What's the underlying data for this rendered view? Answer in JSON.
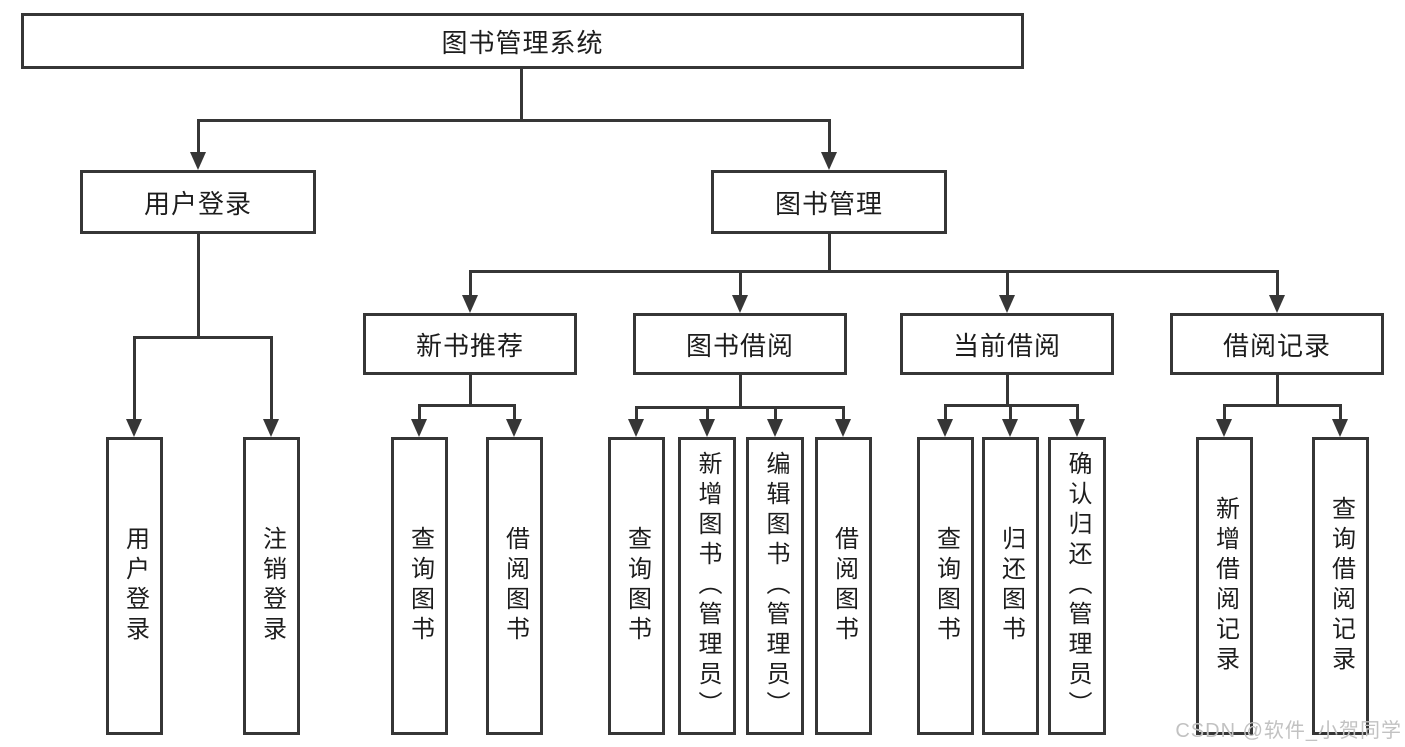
{
  "diagram": {
    "root": "图书管理系统",
    "level2": {
      "user_login": "用户登录",
      "book_management": "图书管理"
    },
    "level3": {
      "new_book_recommend": "新书推荐",
      "book_borrow": "图书借阅",
      "current_borrow": "当前借阅",
      "borrow_record": "借阅记录"
    },
    "leaves": {
      "user_login": "用户登录",
      "logout": "注销登录",
      "nbr_query_book": "查询图书",
      "nbr_borrow_book": "借阅图书",
      "bb_query_book": "查询图书",
      "bb_add_book": "新增图书（管理员）",
      "bb_edit_book": "编辑图书（管理员）",
      "bb_borrow_book": "借阅图书",
      "cb_query_book": "查询图书",
      "cb_return_book": "归还图书",
      "cb_confirm_return": "确认归还（管理员）",
      "br_add_record": "新增借阅记录",
      "br_query_record": "查询借阅记录"
    }
  },
  "watermark": "CSDN @软件_小贺同学",
  "colors": {
    "line": "#363636",
    "background": "#ffffff",
    "watermark_text": "#c2c2c2"
  }
}
